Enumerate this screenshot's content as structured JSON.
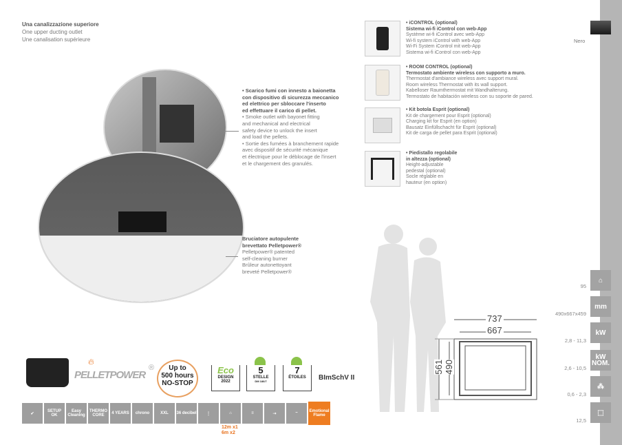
{
  "header": {
    "lines": [
      "Una canalizzazione superiore",
      "One upper ducting outlet",
      "Une canalisation supérieure"
    ]
  },
  "color_swatch": {
    "label": "Nero",
    "color": "#2a2a2a"
  },
  "callout_smoke": {
    "title_lines": [
      "• Scarico fumi con innesto a baionetta",
      "con dispositivo di sicurezza meccanico",
      "ed elettrico per sbloccare l'inserto",
      "ed effettuare il carico di pellet."
    ],
    "lines": [
      "• Smoke outlet with bayonet fitting",
      "and mechanical and electrical",
      " safety device to unlock the insert",
      "and load the pellets.",
      "• Sortie des fumées à branchement rapide",
      "avec dispositif de sécurité mécanique",
      "et électrique pour le déblocage de l'insert",
      "et le chargement des granulés."
    ]
  },
  "callout_burner": {
    "title_lines": [
      "Bruciatore autopulente",
      "brevettato Pelletpower®"
    ],
    "lines": [
      "Pelletpower® patented",
      "self-cleaning burner",
      "Brûleur autonettoyant",
      "breveté Pelletpower®"
    ]
  },
  "options": [
    {
      "title": "• iCONTROL (optional)",
      "subtitle": "Sistema wi-fi iControl con web-App",
      "lines": [
        "Système wi-fi iControl avec web-App",
        "Wi-fi system iControl with web-App",
        "Wi-Fi System iControl mit web-App",
        "Sistema wi-fi iControl con web-App"
      ]
    },
    {
      "title": "• ROOM CONTROL (optional)",
      "subtitle": "Termostato ambiente wireless con supporto a muro.",
      "lines": [
        "Thermostat d'ambiance wireless avec support mural.",
        "Room wireless Thermostat with its wall support.",
        "Kabelloser Raumthermostat mit Wandhalterung.",
        "Termostato de habitación wireless con su soporte de pared."
      ]
    },
    {
      "title": "• Kit botola Esprit (optional)",
      "subtitle": "",
      "lines": [
        "Kit de chargement pour Esprit (optional)",
        "Charging kit for Esprit (en option)",
        "Bausatz Einfüllschacht für Esprit (optional)",
        "Kit de carga de pellet para Esprit (optional)"
      ]
    },
    {
      "title": "• Piedistallo regolabile",
      "subtitle": "in altezza (optional)",
      "lines": [
        "Height-adjustable",
        "pedestal (optional)",
        "Socle réglable en",
        "hauteur (en option)"
      ]
    }
  ],
  "dimensions": {
    "width_outer": "737",
    "width_inner": "667",
    "height_outer": "561",
    "height_inner": "490"
  },
  "specs": [
    {
      "icon": "house-icon",
      "label": "",
      "value": "95"
    },
    {
      "icon": "dimensions-icon",
      "label": "mm",
      "value": "490x667x459"
    },
    {
      "icon": "flame-kw-icon",
      "label": "kW",
      "value": "2,8 - 11,3"
    },
    {
      "icon": "kw-nominal-icon",
      "label": "kW NOM.",
      "value": "2,6 - 10,5"
    },
    {
      "icon": "pellet-icon",
      "label": "",
      "value": "0,6 - 2,3"
    },
    {
      "icon": "hopper-icon",
      "label": "",
      "value": "12,5"
    }
  ],
  "badges": {
    "pelletpower": "PELLETPOWER",
    "registered": "®",
    "nonstop": [
      "Up to",
      "500 hours",
      "NO-STOP"
    ],
    "eco": [
      "Eco",
      "DESIGN",
      "2022"
    ],
    "stelle": [
      "5",
      "STELLE",
      "DM 186/7"
    ],
    "etoiles": [
      "7",
      "ÉTOILES"
    ],
    "blmschv": "BImSchV II"
  },
  "features": [
    "",
    "SETUP OK",
    "Easy Cleaning",
    "THERMO CORE",
    "4 YEARS",
    "chrono",
    "XXL",
    "36 decibel",
    "",
    "",
    "",
    "",
    "",
    "",
    "Emotional Flame"
  ],
  "ducting": [
    "12m x1",
    "6m x2"
  ]
}
